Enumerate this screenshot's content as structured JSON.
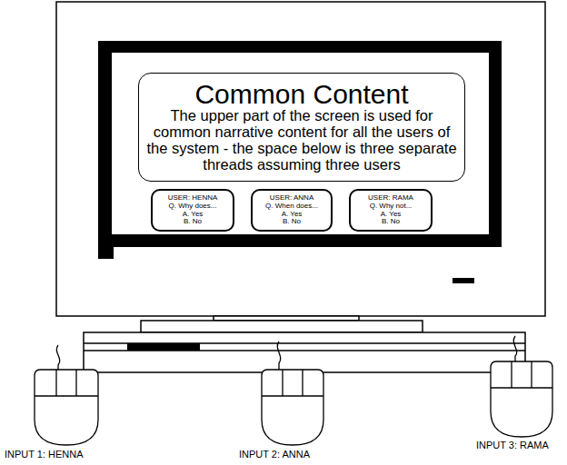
{
  "diagram": {
    "nodes": [
      {
        "text": [
          "Common Content",
          "The upper part of the screen is used for common narrative content for all the users of the system - the space below is three separate threads assuming three users"
        ]
      },
      {
        "text": [
          "USER: HENNA",
          "Q. Why does...",
          "A. Yes",
          "B. No"
        ]
      },
      {
        "text": [
          "USER: ANNA",
          "Q. When does...",
          "A. Yes",
          "B. No"
        ]
      },
      {
        "text": [
          "USER: RAMA",
          "Q. Why not...",
          "A. Yes",
          "B. No"
        ]
      }
    ],
    "labels": [
      "INPUT 1: HENNA",
      "INPUT 2: ANNA",
      "INPUT 3: RAMA"
    ]
  }
}
